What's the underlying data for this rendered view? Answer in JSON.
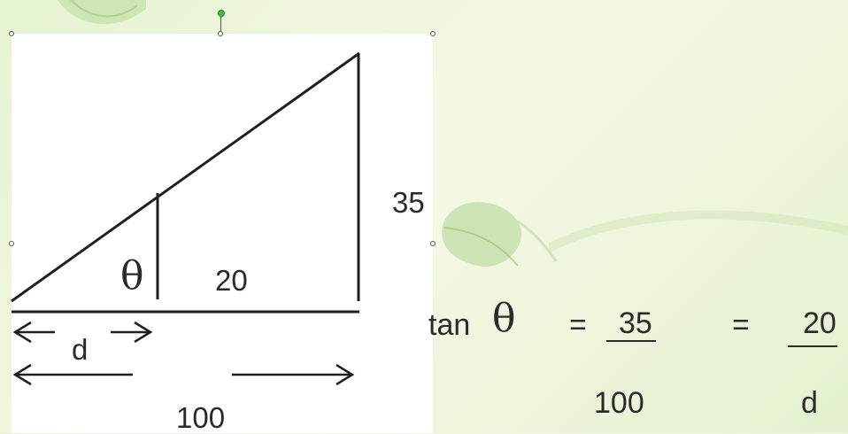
{
  "diagram": {
    "labels": {
      "side_35": "35",
      "theta": "θ",
      "side_20": "20",
      "d": "d",
      "base_100": "100"
    }
  },
  "equation": {
    "tan": "tan",
    "theta": "θ",
    "eq1": "=",
    "num1": "35",
    "den1": "100",
    "eq2": "=",
    "num2": "20",
    "den2": "d"
  },
  "colors": {
    "ink": "#2a2a2a",
    "background_green": "#e6f3d2",
    "handle_green": "#39c439"
  }
}
